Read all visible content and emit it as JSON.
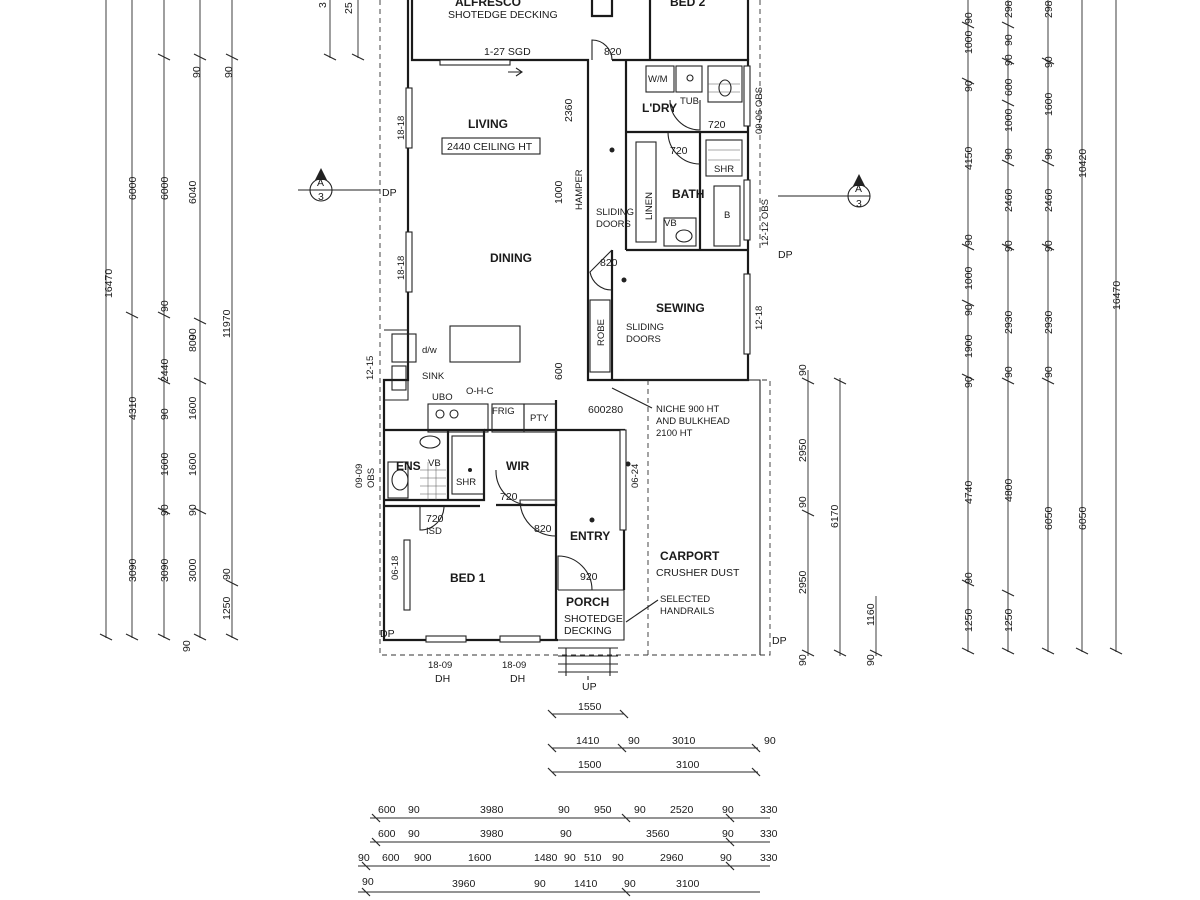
{
  "plan": {
    "rooms": {
      "alfresco": "ALFRESCO",
      "alfresco_sub": "SHOTEDGE DECKING",
      "bed2": "BED 2",
      "living": "LIVING",
      "ceiling": "2440 CEILING HT",
      "dining": "DINING",
      "ldry": "L'DRY",
      "bath": "BATH",
      "sewing": "SEWING",
      "ens": "ENS",
      "wir": "WIR",
      "entry": "ENTRY",
      "bed1": "BED 1",
      "carport": "CARPORT",
      "carport_sub": "CRUSHER DUST",
      "porch": "PORCH",
      "porch_sub1": "SHOTEDGE",
      "porch_sub2": "DECKING"
    },
    "labels": {
      "sgd": "1-27 SGD",
      "wm": "W/M",
      "tub": "TUB",
      "shr": "SHR",
      "linen": "LINEN",
      "hamper": "HAMPER",
      "sliding": "SLIDING",
      "doors": "DOORS",
      "robe": "ROBE",
      "vb": "VB",
      "b": "B",
      "dw": "d/w",
      "sink": "SINK",
      "ubo": "UBO",
      "ohc": "O-H-C",
      "frig": "FRIG",
      "pty": "PTY",
      "isd": "ISD",
      "obs": "OBS",
      "niche1": "NICHE 900 HT",
      "niche2": "AND BULKHEAD",
      "niche3": "2100 HT",
      "handrail1": "SELECTED",
      "handrail2": "HANDRAILS",
      "dp": "DP",
      "up": "UP",
      "dh": "DH",
      "section_letter": "A",
      "section_num": "3"
    },
    "windows": {
      "w1818": "18-18",
      "w1215": "12-15",
      "w0918": "06-18",
      "w0609": "09-09",
      "w1809": "18-09",
      "w0624": "06-24",
      "w1212": "12-12 OBS",
      "w0906": "09-06 OBS",
      "w1218": "12-18"
    },
    "door_sizes": {
      "d820": "820",
      "d720": "720",
      "d920": "920"
    },
    "interior_dims": {
      "d2360": "2360",
      "d1000": "1000",
      "d600": "600",
      "d600280": "600280"
    },
    "left_dims": {
      "col1": [
        "16470"
      ],
      "col2": [
        "6000",
        "4310",
        "3090"
      ],
      "col3": [
        "6000",
        "90",
        "2440",
        "90",
        "1600",
        "90",
        "3090"
      ],
      "col4": [
        "6040",
        "800",
        "90",
        "1600",
        "90",
        "1600",
        "90",
        "3000"
      ],
      "col5": [
        "90",
        "11970",
        "1250",
        "90"
      ],
      "top_frag": [
        "3",
        "25"
      ]
    },
    "right_dims": {
      "col1": [
        "1000",
        "90",
        "4150",
        "90",
        "1000",
        "90",
        "1900",
        "90",
        "4740",
        "90",
        "1250"
      ],
      "col2": [
        "298",
        "90",
        "600",
        "90",
        "1000",
        "90",
        "2460",
        "90",
        "2930",
        "90",
        "4800",
        "1250"
      ],
      "col3": [
        "298",
        "90",
        "1600",
        "90",
        "2460",
        "90",
        "2930",
        "90",
        "6050"
      ],
      "col4": [
        "10420",
        "6050"
      ],
      "col5": [
        "16470"
      ]
    },
    "carport_dims": [
      "90",
      "2950",
      "90",
      "2950",
      "90",
      "6170",
      "1160",
      "90"
    ],
    "bottom_dims": {
      "r1": [
        "1550"
      ],
      "r2": [
        "1410",
        "90",
        "3010",
        "90"
      ],
      "r3": [
        "1500",
        "3100"
      ],
      "r4": [
        "600",
        "90",
        "3980",
        "90",
        "950",
        "90",
        "2520",
        "90",
        "330"
      ],
      "r5": [
        "600",
        "90",
        "3980",
        "90",
        "3560",
        "90",
        "330"
      ],
      "r6": [
        "90",
        "600",
        "900",
        "1600",
        "1480",
        "90",
        "510",
        "90",
        "2960",
        "90",
        "330"
      ],
      "r7": [
        "90",
        "3960",
        "90",
        "1410",
        "90",
        "3100"
      ]
    }
  }
}
